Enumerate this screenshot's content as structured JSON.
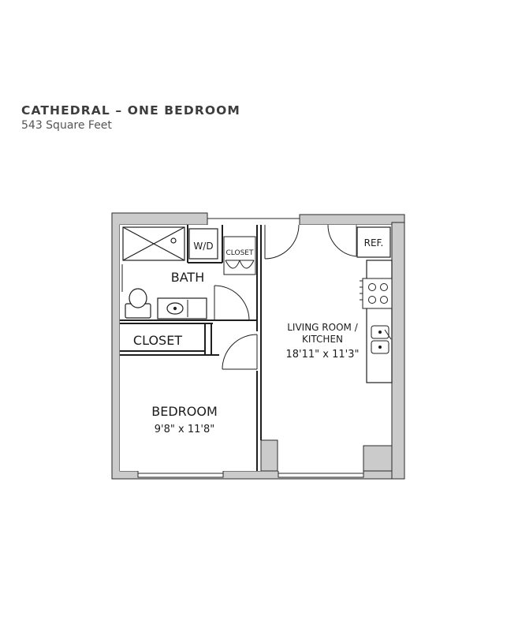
{
  "header": {
    "title": "CATHEDRAL – ONE BEDROOM",
    "subtitle": "543 Square Feet"
  },
  "rooms": {
    "bath": "BATH",
    "washer_dryer": "W/D",
    "bath_closet": "CLOSET",
    "bedroom_closet": "CLOSET",
    "refrigerator": "REF.",
    "living_line1": "LIVING ROOM /",
    "living_line2": "KITCHEN",
    "living_dims": "18'11\" x 11'3\"",
    "bedroom": "BEDROOM",
    "bedroom_dims": "9'8\" x 11'8\""
  },
  "colors": {
    "wall": "#cbcbcb",
    "line": "#1f1f1f",
    "text": "#3d3d3d"
  }
}
